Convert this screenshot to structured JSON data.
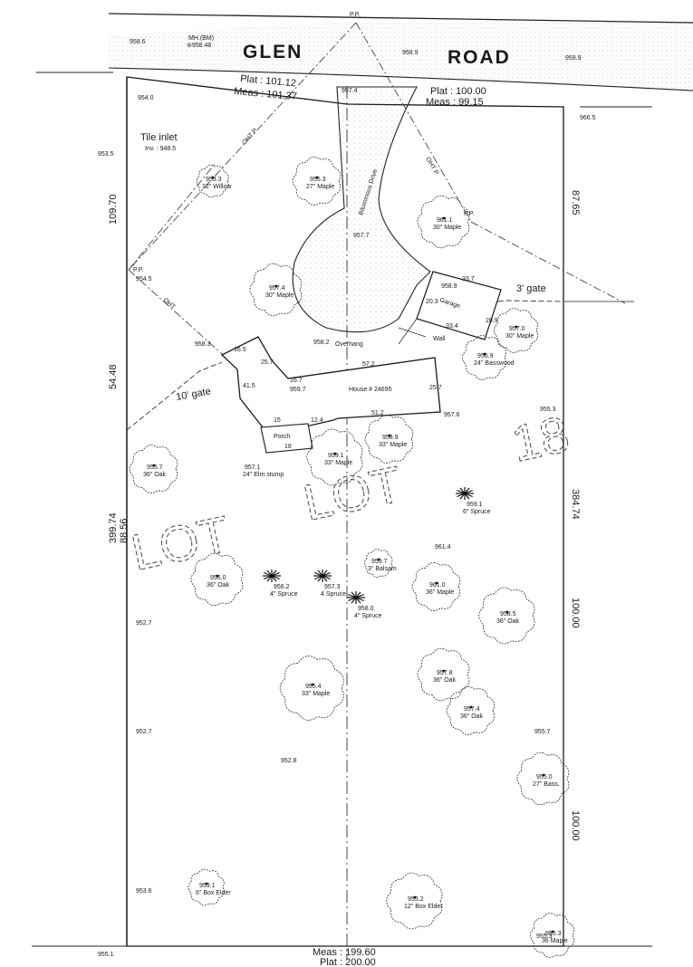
{
  "road": {
    "name_left": "GLEN",
    "name_right": "ROAD",
    "manhole": "MH.(BM)",
    "manhole_elev": "⊚958.48",
    "elevations": [
      "958.6",
      "958.9",
      "959.9"
    ],
    "power_pole": "P.P."
  },
  "front_line": {
    "plat_left": "Plat : 101.12",
    "meas_left": "Meas : 101.37",
    "plat_right": "Plat : 100.00",
    "meas_right": "Meas : 99.15",
    "elev_center": "957.4"
  },
  "rear_line": {
    "meas": "Meas : 199.60",
    "plat": "Plat : 200.00"
  },
  "side_dims": {
    "left_upper": "109.70",
    "left_middle": "54.48",
    "left_total_a": "399.74",
    "left_total_b": "88.56",
    "right_upper": "87.65",
    "right_total": "384.74",
    "right_mid": "100.00",
    "right_low": "100.00"
  },
  "corner_elevs": [
    "954.0",
    "953.5",
    "966.5",
    "955.3",
    "955.1",
    "955.7",
    "952.7",
    "952.7",
    "953.6",
    "955.3"
  ],
  "drive": {
    "label": "Bituminous Drive",
    "elev": "957.7"
  },
  "garage": {
    "label": "Garage",
    "elev": "958.9",
    "dims": [
      "33.7",
      "33.4",
      "20.3",
      "20.9"
    ]
  },
  "house": {
    "label": "House # 24695",
    "elev": "959.7",
    "dims": [
      "57.2",
      "51.2",
      "25.7",
      "16.5",
      "25.7",
      "41.5",
      "15",
      "16.7",
      "12.4"
    ],
    "overhang": "Overhang",
    "wall": "Wall",
    "elev_right": "957.6"
  },
  "porch": {
    "label": "Porch",
    "num": "18",
    "dims": [
      "15",
      "12.4"
    ]
  },
  "tile_inlet": {
    "label": "Tile inlet",
    "inv": "Inv. : 948.5"
  },
  "utility": {
    "left": "OHT",
    "right": "OHT P",
    "pp_left": "P.P.",
    "pp_left_elev": "954.5",
    "pp_right": "P.P.",
    "left_pole": "958.3"
  },
  "gates": [
    "10' gate",
    "3' gate"
  ],
  "stump": {
    "elev": "957.1",
    "label": "24\" Elm stump"
  },
  "spot_elevs": [
    "958.2",
    "961.4",
    "952.8"
  ],
  "trees": [
    {
      "elev": "953.3",
      "label": "12\" Willow"
    },
    {
      "elev": "955.3",
      "label": "27\" Maple"
    },
    {
      "elev": "961.1",
      "label": "30\" Maple"
    },
    {
      "elev": "957.4",
      "label": "30\" Maple"
    },
    {
      "elev": "957.0",
      "label": "30\" Maple"
    },
    {
      "elev": "956.9",
      "label": "24\" Basswood"
    },
    {
      "elev": "958.9",
      "label": "33\" Maple"
    },
    {
      "elev": "959.1",
      "label": "33\" Maple"
    },
    {
      "elev": "955.7",
      "label": "36\" Oak"
    },
    {
      "elev": "956.0",
      "label": "36\" Oak"
    },
    {
      "elev": "959.7",
      "label": "3\" Balsam"
    },
    {
      "elev": "961.0",
      "label": "36\" Maple"
    },
    {
      "elev": "958.5",
      "label": "36\" Oak"
    },
    {
      "elev": "955.4",
      "label": "33\" Maple"
    },
    {
      "elev": "957.8",
      "label": "36\" Oak"
    },
    {
      "elev": "957.4",
      "label": "36\" Oak"
    },
    {
      "elev": "955.0",
      "label": "27\" Bass."
    },
    {
      "elev": "953.1",
      "label": "6\" Box Elder"
    },
    {
      "elev": "955.2",
      "label": "12\" Box Elder"
    },
    {
      "elev": "955.3",
      "label": "36 Maple"
    }
  ],
  "spruces": [
    {
      "elev": "959.1",
      "label": "6\" Spruce"
    },
    {
      "elev": "956.2",
      "label": "4\" Spruce"
    },
    {
      "elev": "957.3",
      "label": "4 Spruce"
    },
    {
      "elev": "958.0",
      "label": "4\" Spruce"
    }
  ],
  "lot_title": {
    "word": "LOT",
    "number": "18"
  }
}
